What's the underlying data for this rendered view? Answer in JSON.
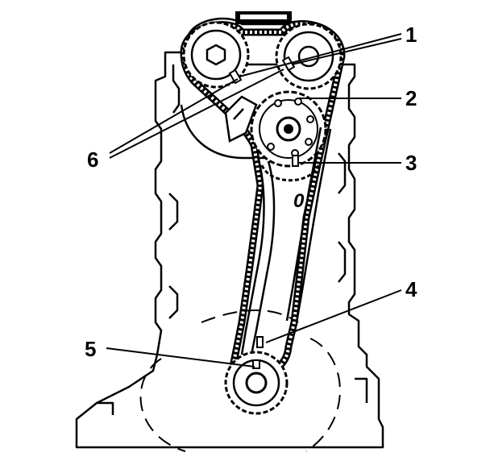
{
  "callouts": {
    "c1": "1",
    "c2": "2",
    "c3": "3",
    "c4": "4",
    "c5": "5",
    "c6": "6"
  },
  "block_mark": "0",
  "colors": {
    "ink": "#000000",
    "paper": "#ffffff"
  }
}
